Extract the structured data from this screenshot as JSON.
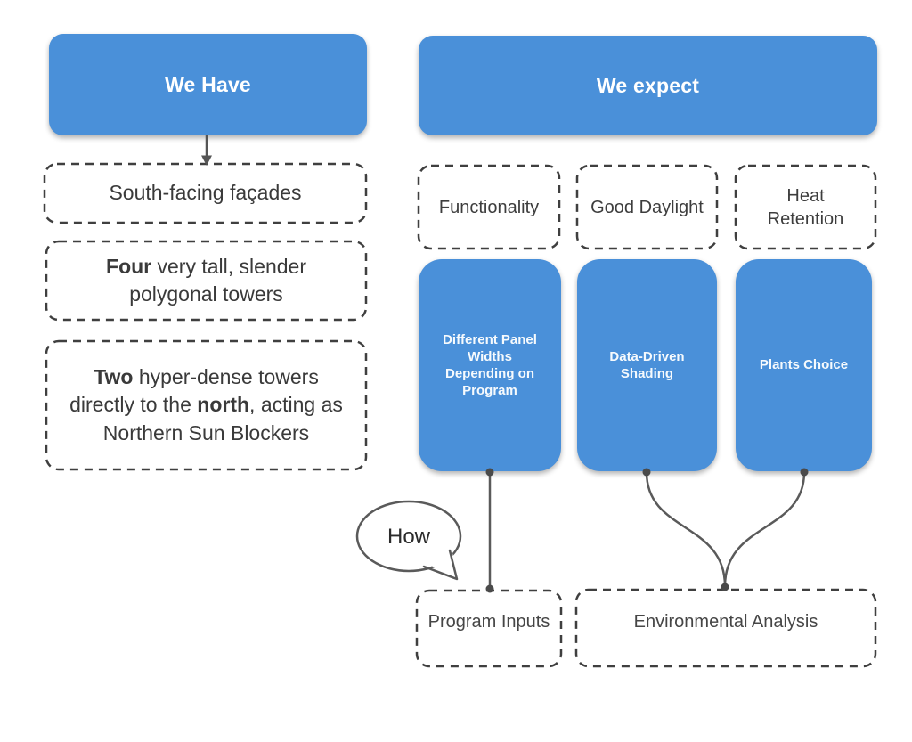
{
  "colors": {
    "accent_blue": "#4a90d9",
    "connector_gray": "#5a5a5a",
    "dash_border_gray": "#3f3f3f",
    "text_dark": "#3a3a3a"
  },
  "left": {
    "header": "We Have",
    "items": [
      {
        "segments": [
          {
            "t": "South-facing façades"
          }
        ]
      },
      {
        "segments": [
          {
            "t": "Four",
            "b": true
          },
          {
            "t": " very tall, slender polygonal towers"
          }
        ]
      },
      {
        "segments": [
          {
            "t": "Two",
            "b": true
          },
          {
            "t": " hyper-dense towers directly to the "
          },
          {
            "t": "north",
            "b": true
          },
          {
            "t": ", acting as Northern Sun Blockers"
          }
        ]
      }
    ]
  },
  "right": {
    "header": "We expect",
    "expectations": [
      {
        "label": "Functionality"
      },
      {
        "label": "Good Daylight"
      },
      {
        "label": "Heat Retention"
      }
    ],
    "strategies": [
      {
        "label": "Different Panel Widths Depending on Program"
      },
      {
        "label": "Data-Driven Shading"
      },
      {
        "label": "Plants Choice"
      }
    ],
    "inputs": [
      {
        "label": "Program Inputs"
      },
      {
        "label": "Environmental Analysis"
      }
    ]
  },
  "callout": {
    "label": "How"
  }
}
